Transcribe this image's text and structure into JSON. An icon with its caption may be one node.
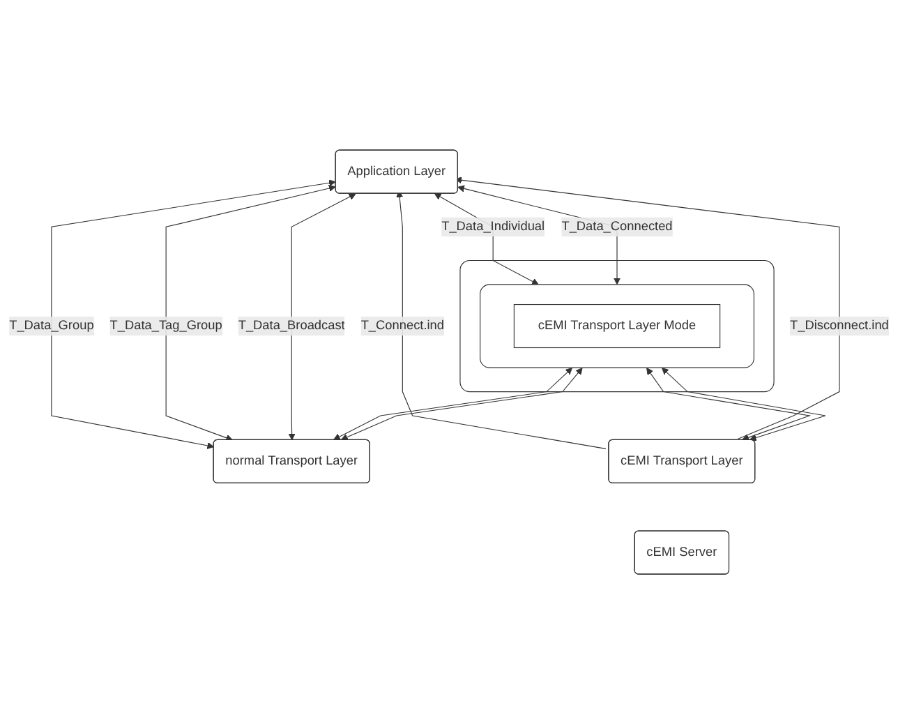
{
  "diagram": {
    "nodes": [
      {
        "text": [
          "Application Layer"
        ]
      },
      {
        "text": [],
        "shape": "box"
      },
      {
        "text": [],
        "shape": "box",
        "in": 1
      },
      {
        "text": [
          "cEMI Transport Layer Mode"
        ],
        "in": 2
      },
      {
        "text": [
          "normal Transport Layer"
        ]
      },
      {
        "text": [
          "cEMI Transport Layer"
        ]
      },
      {
        "text": [
          "cEMI Server"
        ]
      }
    ],
    "edges": [
      {
        "from": 0,
        "to": 4,
        "arrow": "both",
        "label": "T_Data_Group"
      },
      {
        "from": 0,
        "to": 4,
        "arrow": "both",
        "label": "T_Data_Tag_Group"
      },
      {
        "from": 0,
        "to": 4,
        "arrow": "both",
        "label": "T_Data_Broadcast"
      },
      {
        "from": 0,
        "to": 2,
        "arrow": "both",
        "label": "T_Data_Individual"
      },
      {
        "from": 0,
        "to": 2,
        "arrow": "both",
        "label": "T_Data_Connected"
      },
      {
        "from": 5,
        "to": 0,
        "arrow": "to",
        "label": "T_Connect.ind"
      },
      {
        "from": 5,
        "to": 0,
        "arrow": "to",
        "label": "T_Disconnect.ind"
      },
      {
        "from": 2,
        "to": 4,
        "arrow": "both"
      },
      {
        "from": 2,
        "to": 4,
        "arrow": "both"
      },
      {
        "from": 2,
        "to": 5,
        "arrow": "both"
      },
      {
        "from": 2,
        "to": 5,
        "arrow": "both"
      }
    ]
  }
}
